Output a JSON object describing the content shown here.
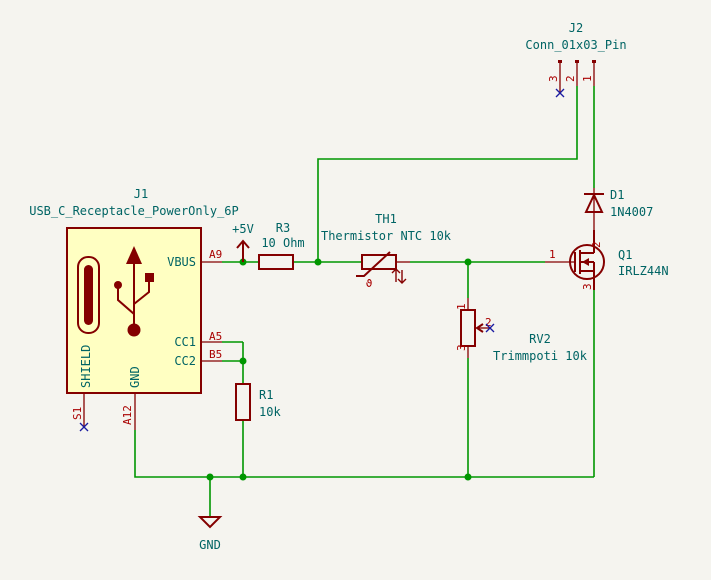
{
  "components": {
    "j1": {
      "ref": "J1",
      "value": "USB_C_Receptacle_PowerOnly_6P",
      "pins": {
        "vbus": "VBUS",
        "vbus_num": "A9",
        "cc1": "CC1",
        "cc1_num": "A5",
        "cc2": "CC2",
        "cc2_num": "B5",
        "shield": "SHIELD",
        "shield_num": "S1",
        "gnd": "GND",
        "gnd_num": "A12"
      }
    },
    "j2": {
      "ref": "J2",
      "value": "Conn_01x03_Pin",
      "pin1": "1",
      "pin2": "2",
      "pin3": "3"
    },
    "r3": {
      "ref": "R3",
      "value": "10 Ohm"
    },
    "th1": {
      "ref": "TH1",
      "value": "Thermistor NTC 10k",
      "theta": "ϑ"
    },
    "r1": {
      "ref": "R1",
      "value": "10k"
    },
    "rv2": {
      "ref": "RV2",
      "value": "Trimmpoti 10k",
      "pin1": "1",
      "pin2": "2",
      "pin3": "3"
    },
    "d1": {
      "ref": "D1",
      "value": "1N4007"
    },
    "q1": {
      "ref": "Q1",
      "value": "IRLZ44N",
      "pin1": "1",
      "pin2": "2",
      "pin3": "3"
    }
  },
  "power": {
    "vcc": "+5V",
    "gnd": "GND"
  },
  "colors": {
    "background": "#f5f4ef",
    "wire": "#009600",
    "component": "#840000",
    "text": "#006464",
    "pin_text": "#a90000",
    "body_fill": "#ffffc2"
  }
}
